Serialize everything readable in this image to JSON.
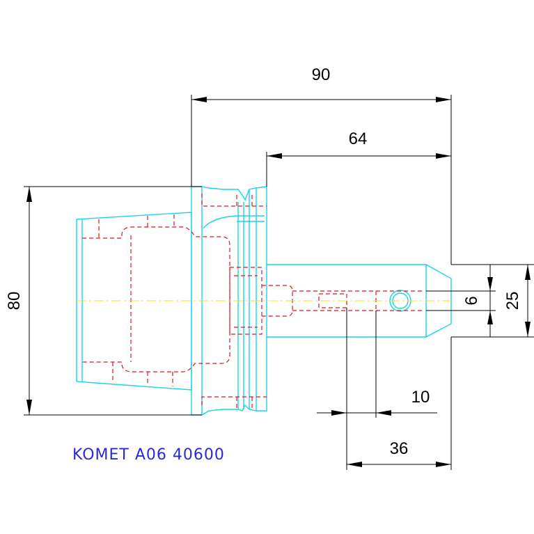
{
  "drawing": {
    "dimensions": {
      "overall_length": "90",
      "shank_length": "64",
      "flange_diameter": "80",
      "shank_diameter": "25",
      "bore_diameter": "6",
      "bore_offset": "10",
      "bore_depth": "36"
    },
    "caption": "KOMET A06 40600",
    "colors": {
      "outline": "#19d4e8",
      "hidden": "#e0141e",
      "centerline": "#f2e51a",
      "dimension": "#000000",
      "caption": "#2a2ad8"
    }
  }
}
